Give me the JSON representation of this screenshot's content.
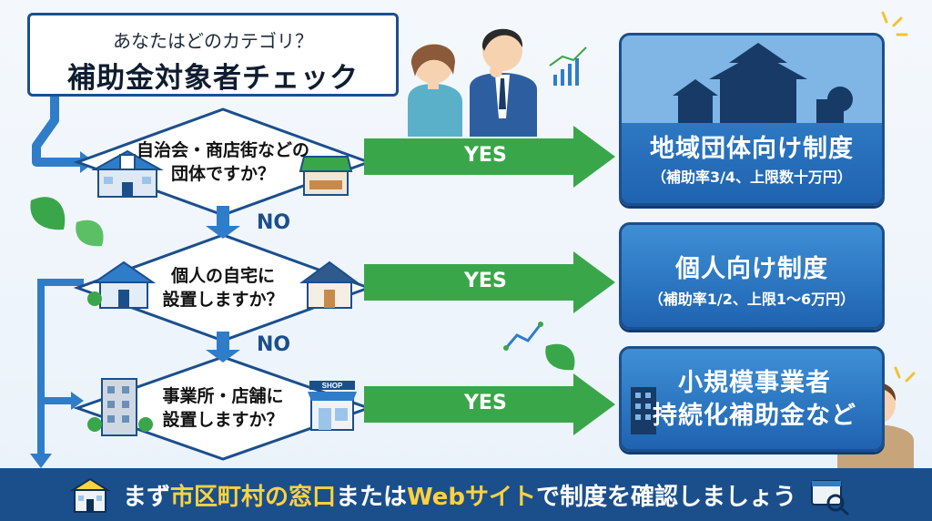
{
  "title": {
    "subtitle": "あなたはどのカテゴリ？",
    "main": "補助金対象者チェック"
  },
  "questions": [
    {
      "line1": "自治会・商店街などの",
      "line2": "団体ですか？",
      "yes": "YES",
      "no": "NO"
    },
    {
      "line1": "個人の自宅に",
      "line2": "設置しますか？",
      "yes": "YES",
      "no": "NO"
    },
    {
      "line1": "事業所・店舗に",
      "line2": "設置しますか？",
      "yes": "YES"
    }
  ],
  "results": [
    {
      "title": "地域団体向け制度",
      "sub": "（補助率3/4、上限数十万円）"
    },
    {
      "title": "個人向け制度",
      "sub": "（補助率1/2、上限1〜6万円）"
    },
    {
      "title_line1": "小規模事業者",
      "title_line2": "持続化補助金など"
    }
  ],
  "icons": {
    "shop_sign": "SHOP"
  },
  "banner": {
    "part1": "まず",
    "highlight1": "市区町村の窓口",
    "part2": "または",
    "highlight2": "Webサイト",
    "part3": "で制度を確認しましょう"
  },
  "colors": {
    "navy": "#1b4f8c",
    "green": "#3aa64a",
    "blue": "#2f7dc9",
    "highlight": "#ffd23f"
  }
}
